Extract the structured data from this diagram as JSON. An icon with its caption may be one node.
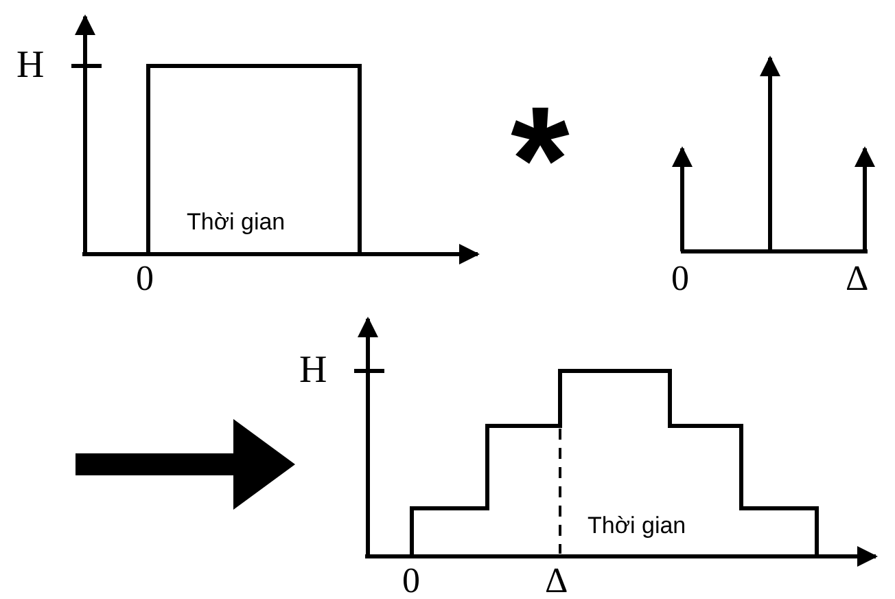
{
  "diagram": {
    "labels": [
      "H",
      "0",
      "Thời gian",
      "*",
      "0",
      "Δ",
      "H",
      "0",
      "Δ",
      "Thời gian"
    ]
  }
}
